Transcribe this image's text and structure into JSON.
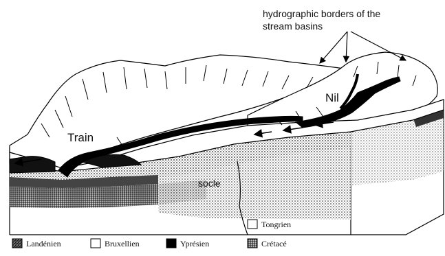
{
  "annotation": {
    "line1": "hydrographic borders of the",
    "line2": "stream basins"
  },
  "labels": {
    "train": "Train",
    "nil": "Nil",
    "socle": "socle"
  },
  "legend": {
    "landenien": "Landénien",
    "bruxellien": "Bruxellien",
    "ypresien": "Yprésien",
    "cretace": "Crétacé",
    "tongrien": "Tongrien"
  }
}
